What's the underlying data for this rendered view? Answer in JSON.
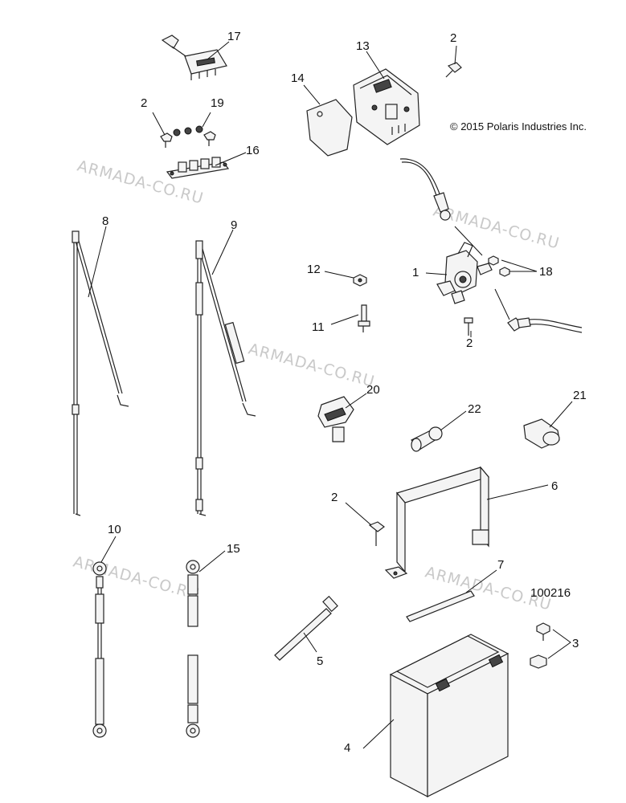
{
  "copyright": "© 2015 Polaris Industries Inc.",
  "reference_number": "100216",
  "watermark_text": "ARMADA-CO.RU",
  "callouts": {
    "c17": "17",
    "c2a": "2",
    "c19": "19",
    "c16": "16",
    "c13": "13",
    "c14": "14",
    "c2b": "2",
    "c8": "8",
    "c9": "9",
    "c12": "12",
    "c11": "11",
    "c1": "1",
    "c18": "18",
    "c2c": "2",
    "c20": "20",
    "c22": "22",
    "c21": "21",
    "c6": "6",
    "c2d": "2",
    "c10": "10",
    "c15": "15",
    "c7": "7",
    "c3": "3",
    "c5": "5",
    "c4": "4"
  }
}
